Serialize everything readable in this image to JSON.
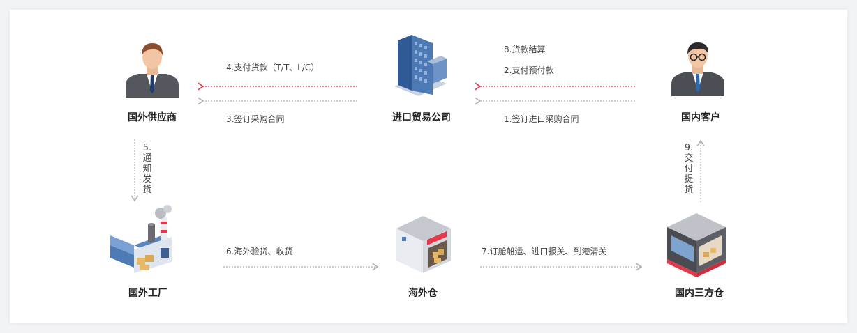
{
  "nodes": {
    "foreign_supplier": "国外供应商",
    "trading_company": "进口贸易公司",
    "domestic_customer": "国内客户",
    "foreign_factory": "国外工厂",
    "overseas_warehouse": "海外仓",
    "domestic_warehouse": "国内三方仓"
  },
  "edges": {
    "pay_goods": "4.支付货款（T/T、L/C）",
    "sign_purchase_3": "3.签订采购合同",
    "settle_goods": "8.货款结算",
    "pay_advance": "2.支付预付款",
    "sign_import_1": "1.签订进口采购合同",
    "notify_ship": [
      "5.",
      "通",
      "知",
      "发",
      "货"
    ],
    "overseas_inspect": "6.海外验货、收货",
    "book_ship": "7.订舱船运、进口报关、到港清关",
    "deliver_pickup": [
      "9.",
      "交",
      "付",
      "提",
      "货"
    ]
  },
  "colors": {
    "red_arrow": "#e23a4a",
    "grey_arrow": "#b3b3b3",
    "building_blue": "#4d79b5",
    "suit_grey": "#55575e"
  }
}
